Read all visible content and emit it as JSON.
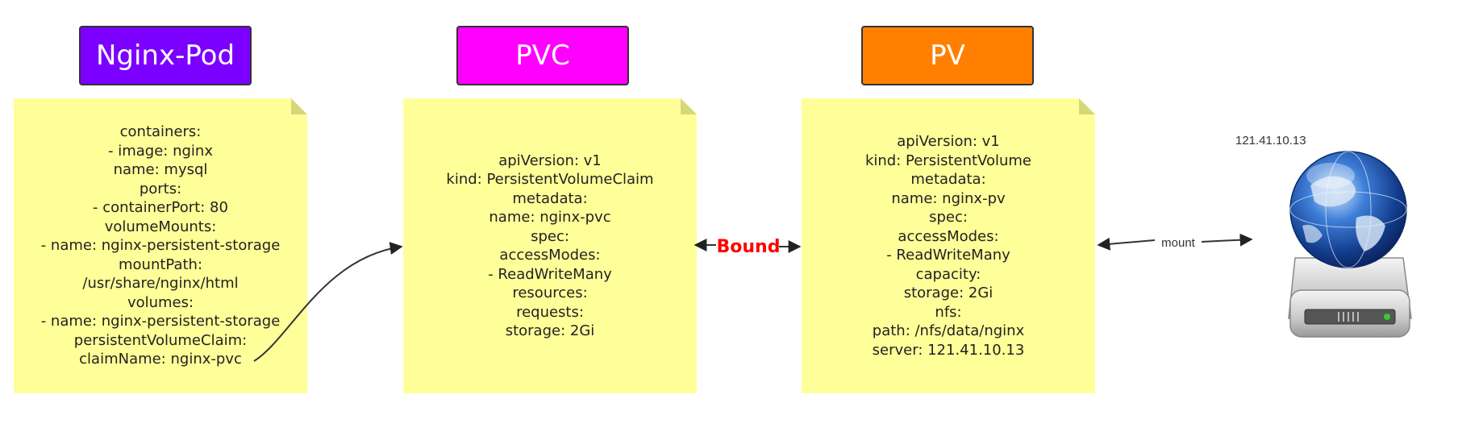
{
  "titles": {
    "pod": "Nginx-Pod",
    "pvc": "PVC",
    "pv": "PV"
  },
  "colors": {
    "pod": "#7b00ff",
    "pvc": "#ff00ff",
    "pv": "#ff8000",
    "note": "#ffff99",
    "bound": "#ff0000"
  },
  "notes": {
    "pod": [
      "containers:",
      "- image: nginx",
      "name: mysql",
      "ports:",
      "- containerPort: 80",
      "volumeMounts:",
      "- name: nginx-persistent-storage",
      "mountPath:",
      "/usr/share/nginx/html",
      "volumes:",
      "- name: nginx-persistent-storage",
      "persistentVolumeClaim:",
      "claimName: nginx-pvc"
    ],
    "pvc": [
      "apiVersion: v1",
      "kind: PersistentVolumeClaim",
      "metadata:",
      "name: nginx-pvc",
      "spec:",
      "accessModes:",
      "- ReadWriteMany",
      "resources:",
      "requests:",
      "storage: 2Gi"
    ],
    "pv": [
      "apiVersion: v1",
      "kind: PersistentVolume",
      "metadata:",
      "name: nginx-pv",
      "spec:",
      "accessModes:",
      "- ReadWriteMany",
      "capacity:",
      "storage: 2Gi",
      "nfs:",
      "path: /nfs/data/nginx",
      "server: 121.41.10.13"
    ]
  },
  "connectors": {
    "bound_label": "Bound",
    "mount_label": "mount"
  },
  "host": {
    "ip": "121.41.10.13",
    "icon": "network-storage-globe-icon"
  }
}
